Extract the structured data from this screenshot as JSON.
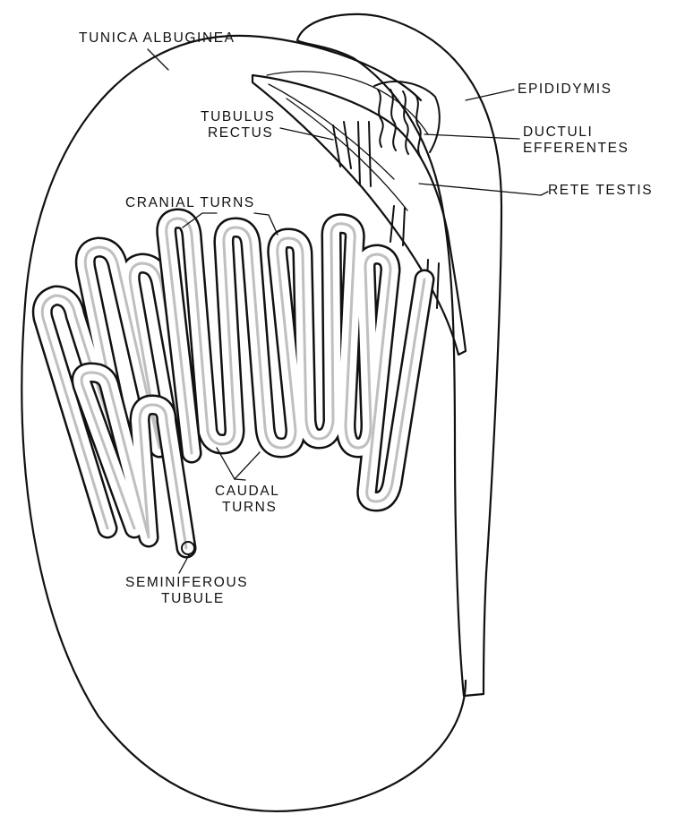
{
  "labels": {
    "tunica_albuginea": "TUNICA  ALBUGINEA",
    "epididymis": "EPIDIDYMIS",
    "tubulus_rectus_1": "TUBULUS",
    "tubulus_rectus_2": "RECTUS",
    "ductuli_efferentes_1": "DUCTULI",
    "ductuli_efferentes_2": "EFFERENTES",
    "rete_testis": "RETE   TESTIS",
    "cranial_turns": "CRANIAL   TURNS",
    "caudal_turns_1": "CAUDAL",
    "caudal_turns_2": "TURNS",
    "seminiferous_tubule_1": "SEMINIFEROUS",
    "seminiferous_tubule_2": "TUBULE"
  },
  "colors": {
    "ink": "#111111",
    "background": "#ffffff"
  }
}
